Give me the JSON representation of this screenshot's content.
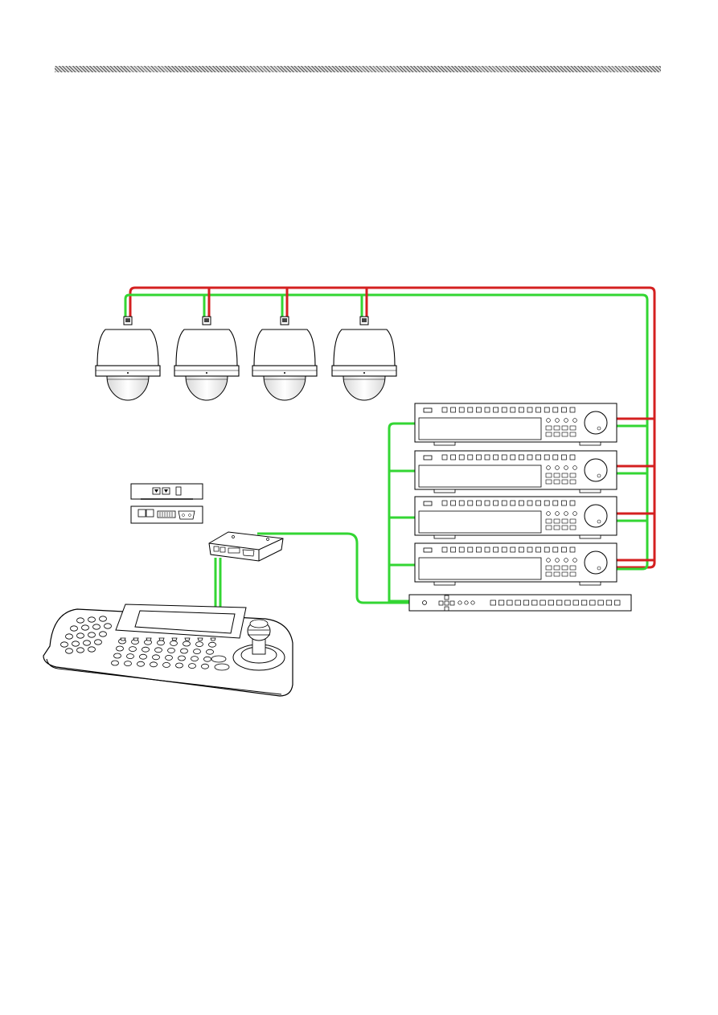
{
  "page": {
    "header_rule": "hatched-separator"
  },
  "diagram": {
    "wire_colors": {
      "power": "#d42020",
      "data": "#33d633"
    },
    "device_colors": {
      "stroke": "#000000",
      "fill": "#ffffff",
      "shade": "#e6e6e6"
    },
    "cameras": [
      {
        "id": "dome-camera-1"
      },
      {
        "id": "dome-camera-2"
      },
      {
        "id": "dome-camera-3"
      },
      {
        "id": "dome-camera-4"
      }
    ],
    "dvrs": [
      {
        "id": "dvr-1"
      },
      {
        "id": "dvr-2"
      },
      {
        "id": "dvr-3"
      },
      {
        "id": "dvr-4"
      }
    ],
    "devices": {
      "connection_box": "rs485-connection-box",
      "connection_box_top_view": "connection-box-port-view-1",
      "connection_box_side_view": "connection-box-port-view-2",
      "keyboard": "system-keyboard-controller",
      "distributor": "rack-distributor-unit"
    },
    "icons": [
      "dome-camera-icon",
      "dvr-icon",
      "keyboard-icon",
      "joystick-icon",
      "connector-box-icon"
    ]
  }
}
